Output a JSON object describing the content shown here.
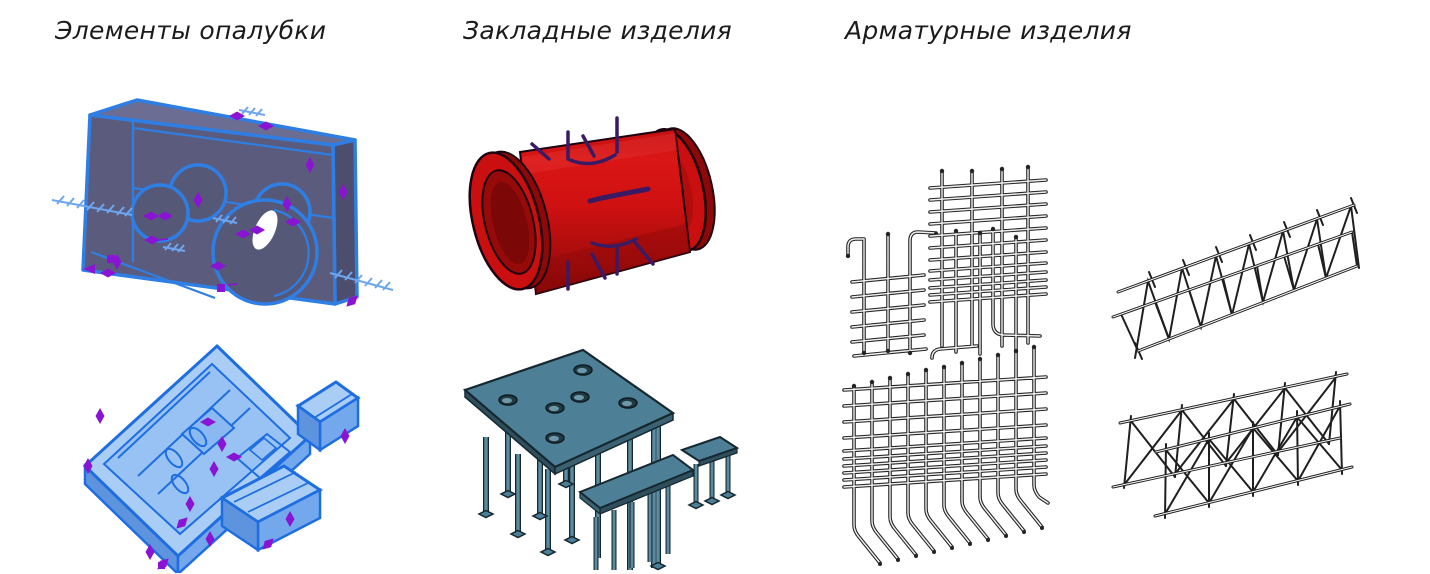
{
  "page": {
    "background": "#ffffff"
  },
  "sections": [
    {
      "id": "formwork",
      "label": "Элементы опалубки",
      "figures": [
        {
          "name": "formwork-box-model"
        },
        {
          "name": "formwork-assembly-model"
        }
      ]
    },
    {
      "id": "embedded",
      "label": "Закладные изделия",
      "figures": [
        {
          "name": "embedded-pipe-sleeve-model"
        },
        {
          "name": "embedded-anchor-plate-model"
        }
      ]
    },
    {
      "id": "rebar",
      "label": "Арматурные изделия",
      "figures": [
        {
          "name": "rebar-mesh-small-model"
        },
        {
          "name": "rebar-cage-model"
        },
        {
          "name": "rebar-mesh-large-model"
        },
        {
          "name": "rebar-lattice-girder-upper-model"
        },
        {
          "name": "rebar-lattice-girder-lower-model"
        }
      ]
    }
  ],
  "colors": {
    "background": "#ffffff",
    "title_text": "#1b1b1b",
    "formwork_edge_blue": "#2e7ee4",
    "formwork_face_dark": "#5b5c7d",
    "formwork_face_light": "#a9cdf5",
    "formwork_hatch_blue": "#6ea6ef",
    "marker_purple": "#8a14d4",
    "embed_red": "#d01010",
    "embed_red_dark": "#8d0808",
    "anchor_purple": "#3a1b63",
    "plate_teal": "#4d8096",
    "plate_teal_dark": "#2f4f5e",
    "rebar_gray": "#242424"
  }
}
